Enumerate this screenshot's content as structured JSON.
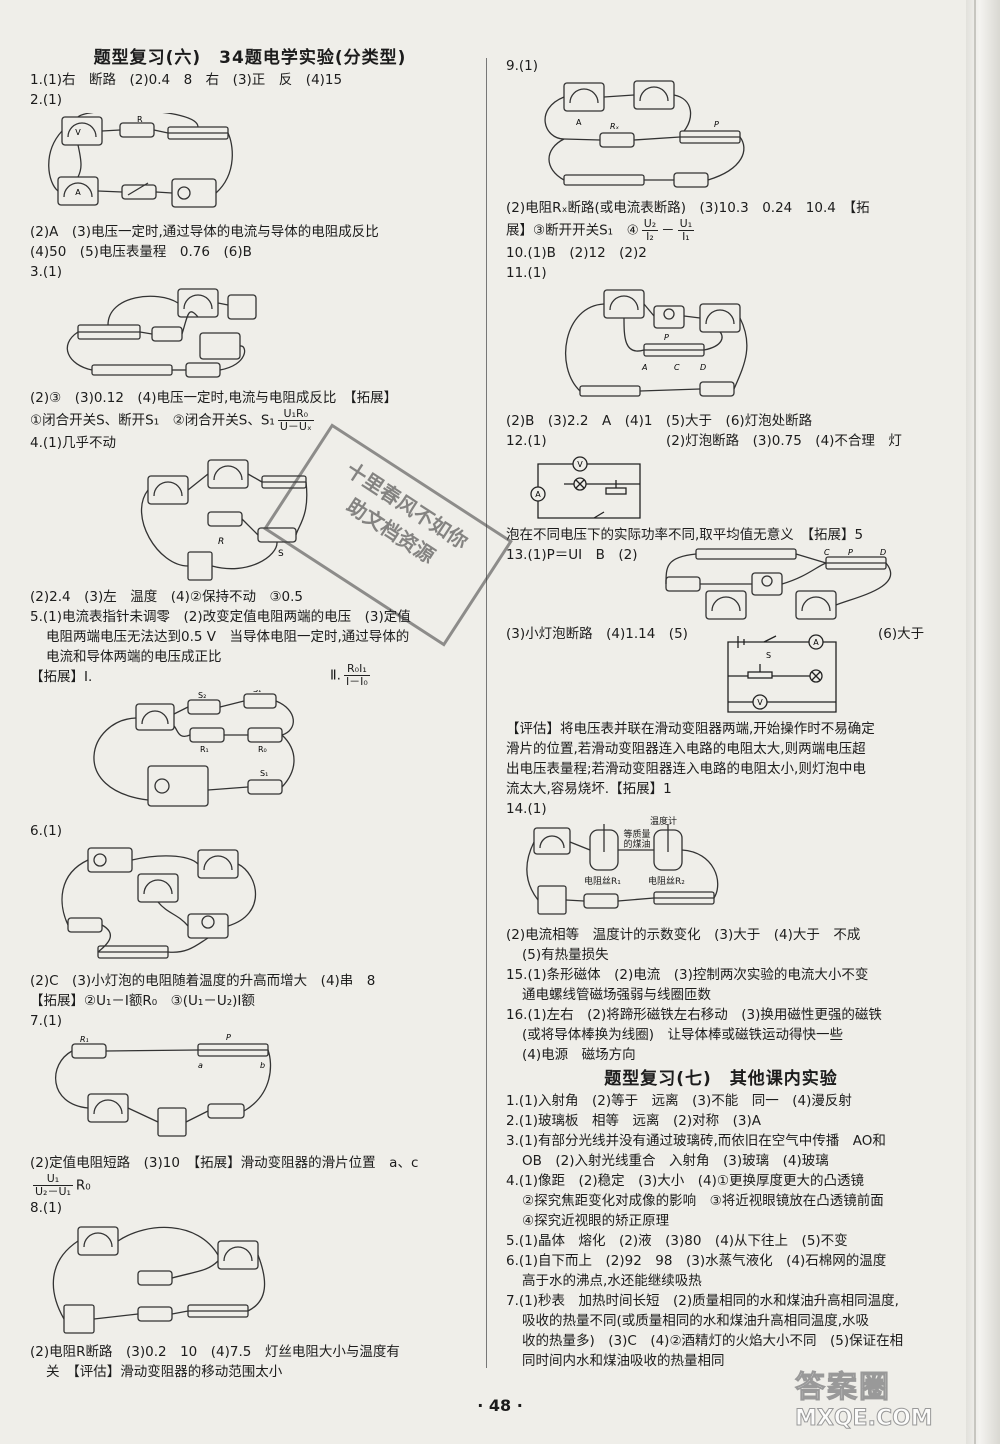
{
  "left": {
    "heading": "题型复习(六)　34题电学实验(分类型)",
    "items": [
      "1.(1)右　断路　(2)0.4　8　右　(3)正　反　(4)15",
      "2.(1)",
      "(2)A　(3)电压一定时,通过导体的电流与导体的电阻成反比",
      "(4)50　(5)电压表量程　0.76　(6)B",
      "3.(1)",
      "(2)③　(3)0.12　(4)电压一定时,电流与电阻成反比　【拓展】",
      "①闭合开关S、断开S₁　②闭合开关S、S₁",
      "4.(1)几乎不动",
      "(2)2.4　(3)左　温度　(4)②保持不动　③0.5",
      "5.(1)电流表指针未调零　(2)改变定值电阻两端的电压　(3)定值",
      "电阻两端电压无法达到0.5 V　当导体电阻一定时,通过导体的",
      "电流和导体两端的电压成正比",
      "【拓展】Ⅰ.",
      "Ⅱ.",
      "6.(1)",
      "(2)C　(3)小灯泡的电阻随着温度的升高而增大　(4)串　8",
      "【拓展】②U₁－I额R₀　③(U₁－U₂)I额",
      "7.(1)",
      "(2)定值电阻短路　(3)10　【拓展】滑动变阻器的滑片位置　a、c",
      "8.(1)",
      "(2)电阻R断路　(3)0.2　10　(4)7.5　灯丝电阻大小与温度有",
      "关　【评估】滑动变阻器的移动范围太小"
    ],
    "frac3": {
      "num": "U₁R₀",
      "den": "U－Uₓ"
    },
    "frac5": {
      "num": "R₀I₁",
      "den": "I－I₀"
    },
    "frac7": {
      "num": "U₁",
      "den": "U₂－U₁"
    },
    "frac7_tail": "R₀"
  },
  "right": {
    "items_a": [
      "9.(1)",
      "(2)电阻Rₓ断路(或电流表断路)　(3)10.3　0.24　10.4　【拓",
      "展】③断开开关S₁　④",
      "10.(1)B　(2)12　(2)2",
      "11.(1)",
      "(2)B　(3)2.2　A　(4)1　(5)大于　(6)灯泡处断路",
      "12.(1)",
      "(2)灯泡断路　(3)0.75　(4)不合理　灯",
      "泡在不同电压下的实际功率不同,取平均值无意义　【拓展】5",
      "13.(1)P＝UI　B　(2)",
      "(3)小灯泡断路　(4)1.14　(5)",
      "(6)大于",
      "【评估】将电压表并联在滑动变阻器两端,开始操作时不易确定",
      "滑片的位置,若滑动变阻器连入电路的电阻太大,则两端电压超",
      "出电压表量程;若滑动变阻器连入电路的电阻太小,则灯泡中电",
      "流太大,容易烧坏.【拓展】1",
      "14.(1)",
      "(2)电流相等　温度计的示数变化　(3)大于　(4)大于　不成",
      "(5)有热量损失",
      "15.(1)条形磁体　(2)电流　(3)控制两次实验的电流大小不变",
      "通电螺线管磁场强弱与线圈匝数",
      "16.(1)左右　(2)将蹄形磁铁左右移动　(3)换用磁性更强的磁铁",
      "(或将导体棒换为线圈)　让导体棒或磁铁运动得快一些",
      "(4)电源　磁场方向"
    ],
    "frac9a": {
      "num": "U₂",
      "den": "I₂"
    },
    "frac9b": {
      "num": "U₁",
      "den": "I₁"
    },
    "labels": {
      "thermo": "温度计",
      "coal_oil": "等质量的煤油",
      "wire1": "电阻丝R₁",
      "wire2": "电阻丝R₂"
    },
    "heading2": "题型复习(七)　其他课内实验",
    "items_b": [
      "1.(1)入射角　(2)等于　远离　(3)不能　同一　(4)漫反射",
      "2.(1)玻璃板　相等　远离　(2)对称　(3)A",
      "3.(1)有部分光线并没有通过玻璃砖,而依旧在空气中传播　AO和",
      "OB　(2)入射光线重合　入射角　(3)玻璃　(4)玻璃",
      "4.(1)像距　(2)稳定　(3)大小　(4)①更换厚度更大的凸透镜",
      "②探究焦距变化对成像的影响　③将近视眼镜放在凸透镜前面",
      "④探究近视眼的矫正原理",
      "5.(1)晶体　熔化　(2)液　(3)80　(4)从下往上　(5)不变",
      "6.(1)自下而上　(2)92　98　(3)水蒸气液化　(4)石棉网的温度",
      "高于水的沸点,水还能继续吸热",
      "7.(1)秒表　加热时间长短　(2)质量相同的水和煤油升高相同温度,",
      "吸收的热量不同(或质量相同的水和煤油升高相同温度,水吸",
      "收的热量多)　(3)C　(4)②酒精灯的火焰大小不同　(5)保证在相",
      "同时间内水和煤油吸收的热量相同"
    ]
  },
  "page_number": "· 48 ·",
  "stamp_lines": [
    "十里春风不如你",
    "助文档资源"
  ],
  "watermark": {
    "logo": "答案圈",
    "url": "MXQE.COM"
  }
}
